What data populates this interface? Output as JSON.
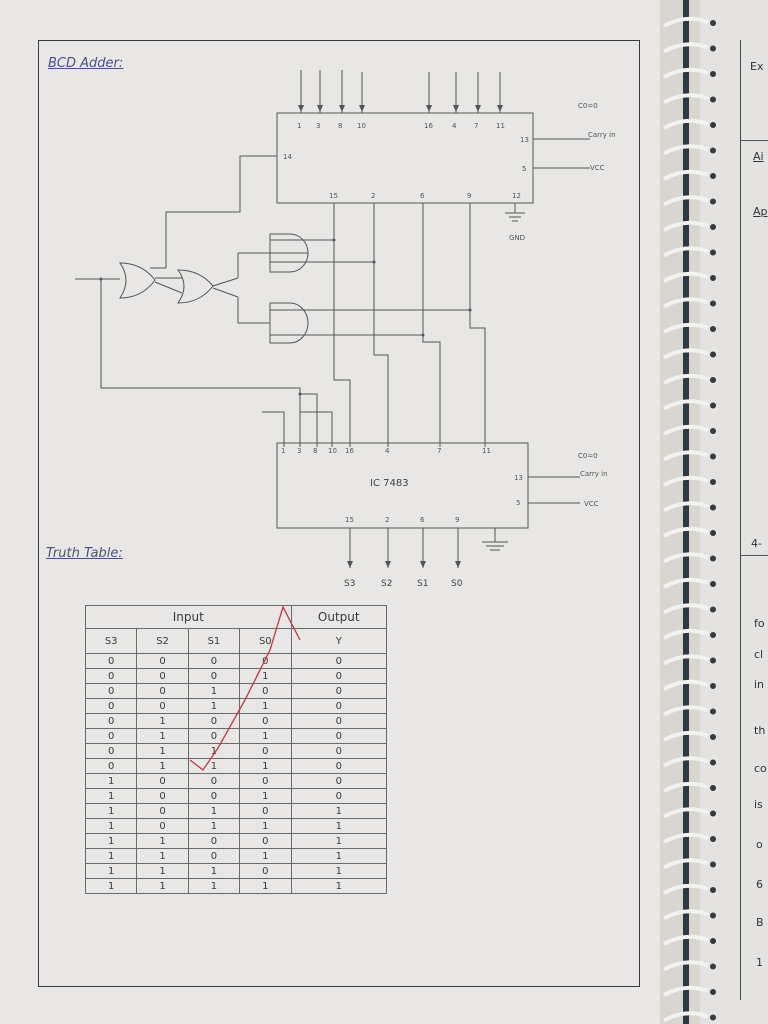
{
  "heading": "BCD Adder:",
  "truth_table_heading": "Truth Table:",
  "ic_label": "IC 7483",
  "top_ic": {
    "c0_label": "C0=0",
    "carry_in_label": "Carry in",
    "vcc_label": "VCC",
    "gnd_label": "GND",
    "pin_carry": "13",
    "pin_vcc": "5",
    "pin_gnd": "12",
    "pin_left": "14",
    "top_pins": [
      "1",
      "3",
      "8",
      "10",
      "16",
      "4",
      "7",
      "11"
    ],
    "bottom_pins": [
      "15",
      "2",
      "6",
      "9"
    ]
  },
  "bottom_ic": {
    "c0_label": "C0=0",
    "carry_in_label": "Carry in",
    "vcc_label": "VCC",
    "pin_carry": "13",
    "pin_vcc": "5",
    "top_pins": [
      "1",
      "3",
      "8",
      "10",
      "16",
      "4",
      "7",
      "11"
    ],
    "bottom_pins": [
      "15",
      "2",
      "6",
      "9"
    ],
    "outputs": [
      "S3",
      "S2",
      "S1",
      "S0"
    ]
  },
  "truth_table": {
    "group_input": "Input",
    "group_output": "Output",
    "columns": [
      "S3",
      "S2",
      "S1",
      "S0",
      "Y"
    ],
    "rows": [
      [
        "0",
        "0",
        "0",
        "0",
        "0"
      ],
      [
        "0",
        "0",
        "0",
        "1",
        "0"
      ],
      [
        "0",
        "0",
        "1",
        "0",
        "0"
      ],
      [
        "0",
        "0",
        "1",
        "1",
        "0"
      ],
      [
        "0",
        "1",
        "0",
        "0",
        "0"
      ],
      [
        "0",
        "1",
        "0",
        "1",
        "0"
      ],
      [
        "0",
        "1",
        "1",
        "0",
        "0"
      ],
      [
        "0",
        "1",
        "1",
        "1",
        "0"
      ],
      [
        "1",
        "0",
        "0",
        "0",
        "0"
      ],
      [
        "1",
        "0",
        "0",
        "1",
        "0"
      ],
      [
        "1",
        "0",
        "1",
        "0",
        "1"
      ],
      [
        "1",
        "0",
        "1",
        "1",
        "1"
      ],
      [
        "1",
        "1",
        "0",
        "0",
        "1"
      ],
      [
        "1",
        "1",
        "0",
        "1",
        "1"
      ],
      [
        "1",
        "1",
        "1",
        "0",
        "1"
      ],
      [
        "1",
        "1",
        "1",
        "1",
        "1"
      ]
    ]
  },
  "next_page_fragments": [
    "Ex",
    "Ai",
    "Ap",
    "4-",
    "fo",
    "cl",
    "in",
    "th",
    "co",
    "is",
    "o",
    "6",
    "B",
    "1"
  ]
}
